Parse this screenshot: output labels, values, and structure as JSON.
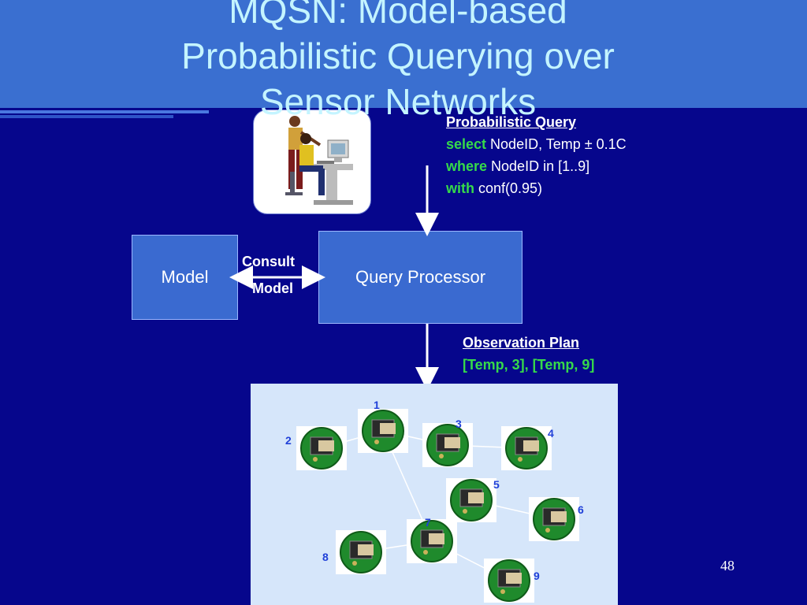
{
  "slide": {
    "title_lines": [
      "MQSN: Model-based",
      "Probabilistic Querying over",
      "Sensor Networks"
    ],
    "page_number": "48"
  },
  "query": {
    "heading": "Probabilistic Query",
    "line1_kw": "select",
    "line1_text": " NodeID, Temp ± 0.1C",
    "line2_kw": "where",
    "line2_text": " NodeID in [1..9]",
    "line3_kw": "with",
    "line3_text": " conf(0.95)"
  },
  "boxes": {
    "model": "Model",
    "query_processor": "Query Processor"
  },
  "consult": {
    "line1": "Consult",
    "line2": "Model"
  },
  "observation": {
    "heading": "Observation Plan",
    "plan": "[Temp, 3], [Temp, 9]"
  },
  "nodes": [
    {
      "id": "1"
    },
    {
      "id": "2"
    },
    {
      "id": "3"
    },
    {
      "id": "4"
    },
    {
      "id": "5"
    },
    {
      "id": "6"
    },
    {
      "id": "7"
    },
    {
      "id": "8"
    },
    {
      "id": "9"
    }
  ],
  "colors": {
    "background": "#06068c",
    "title_band": "#3a6fd0",
    "title_text": "#c4f4ff",
    "box_fill": "#3a6ad0",
    "keyword_green": "#36d94a",
    "network_bg": "#d6e6fa",
    "node_label": "#2040d8"
  }
}
